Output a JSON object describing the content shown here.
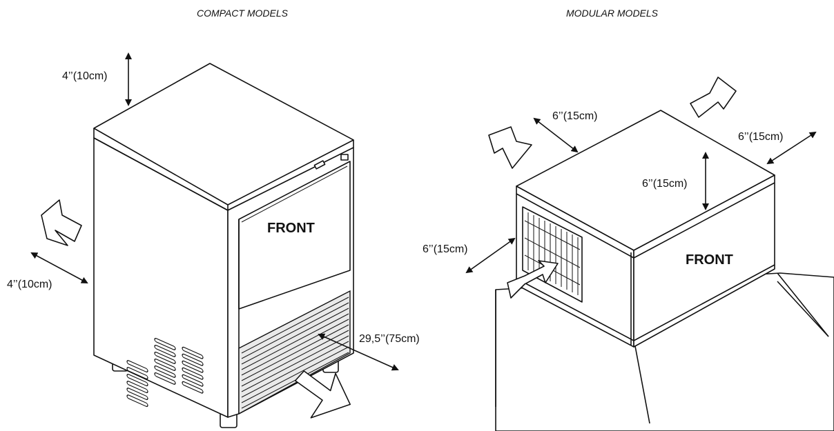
{
  "headings": {
    "compact": "COMPACT MODELS",
    "modular": "MODULAR MODELS"
  },
  "compact": {
    "top_clearance": "4’’(10cm)",
    "side_clearance": "4’’(10cm)",
    "front_clearance": "29,5’’(75cm)",
    "front_label": "FRONT"
  },
  "modular": {
    "rear_left_clearance": "6’’(15cm)",
    "rear_right_clearance": "6’’(15cm)",
    "top_clearance": "6’’(15cm)",
    "side_clearance": "6’’(15cm)",
    "front_label": "FRONT"
  }
}
